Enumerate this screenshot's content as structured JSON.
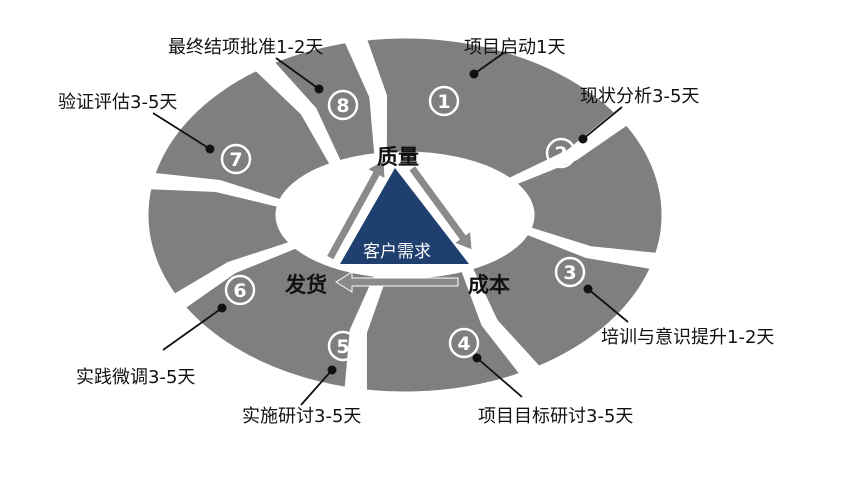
{
  "colors": {
    "segment": "#7f7f7f",
    "triangle": "#1f3f6e",
    "arrow": "#8a8a8a",
    "leader": "#111111",
    "text": "#111111"
  },
  "center_label": "客户需求",
  "corners": {
    "top": "质量",
    "right": "成本",
    "left": "发货"
  },
  "steps": [
    {
      "number": "1",
      "label": "项目启动1天"
    },
    {
      "number": "2",
      "label": "现状分析3-5天"
    },
    {
      "number": "3",
      "label": "培训与意识提升1-2天"
    },
    {
      "number": "4",
      "label": "项目目标研讨3-5天"
    },
    {
      "number": "5",
      "label": "实施研讨3-5天"
    },
    {
      "number": "6",
      "label": "实践微调3-5天"
    },
    {
      "number": "7",
      "label": "验证评估3-5天"
    },
    {
      "number": "8",
      "label": "最终结项批准1-2天"
    }
  ]
}
